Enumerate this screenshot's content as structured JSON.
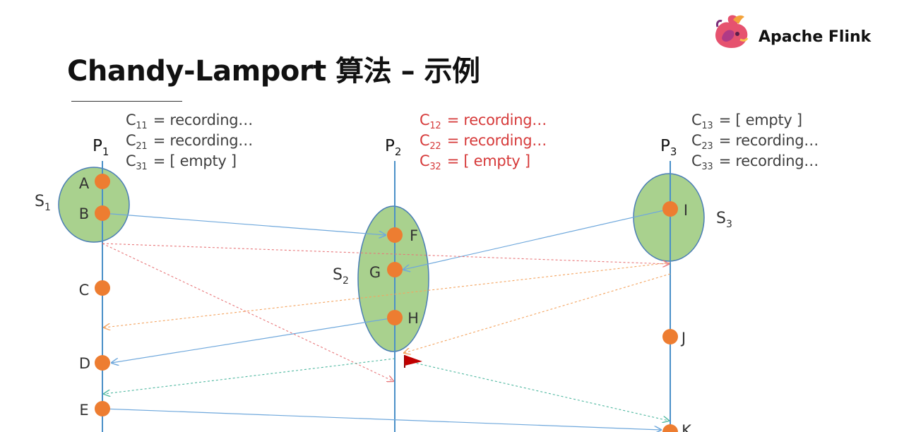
{
  "title": "Chandy-Lamport 算法 – 示例",
  "brand": {
    "name": "Apache Flink",
    "logo_icon": "flink-squirrel-logo-icon"
  },
  "processes": [
    {
      "id": "p1",
      "label": "P",
      "sub": "1"
    },
    {
      "id": "p2",
      "label": "P",
      "sub": "2"
    },
    {
      "id": "p3",
      "label": "P",
      "sub": "3"
    }
  ],
  "states": [
    {
      "process": "p1",
      "color": "#404040",
      "lines": [
        {
          "name": "C",
          "sub": "11",
          "value": "= recording…"
        },
        {
          "name": "C",
          "sub": "21",
          "value": "= recording…"
        },
        {
          "name": "C",
          "sub": "31",
          "value": "= [ empty ]"
        }
      ]
    },
    {
      "process": "p2",
      "color": "#d63a3a",
      "lines": [
        {
          "name": "C",
          "sub": "12",
          "value": "= recording…"
        },
        {
          "name": "C",
          "sub": "22",
          "value": "= recording…"
        },
        {
          "name": "C",
          "sub": "32",
          "value": "= [ empty ]"
        }
      ]
    },
    {
      "process": "p3",
      "color": "#404040",
      "lines": [
        {
          "name": "C",
          "sub": "13",
          "value": "= [ empty ]"
        },
        {
          "name": "C",
          "sub": "23",
          "value": "= recording…"
        },
        {
          "name": "C",
          "sub": "33",
          "value": "= recording…"
        }
      ]
    }
  ],
  "snapshots": [
    {
      "id": "s1",
      "label": "S",
      "sub": "1"
    },
    {
      "id": "s2",
      "label": "S",
      "sub": "2"
    },
    {
      "id": "s3",
      "label": "S",
      "sub": "3"
    }
  ],
  "events": [
    "A",
    "B",
    "C",
    "D",
    "E",
    "F",
    "G",
    "H",
    "I",
    "J",
    "K"
  ],
  "colors": {
    "timeline": "#4a90c8",
    "event": "#ed7d31",
    "snapshot_fill": "#a9d18e",
    "snapshot_stroke": "#4a7db5",
    "message": "#6fa8dc",
    "marker_p1": "#e8777a",
    "marker_p2": "#4fb8a0",
    "marker_p3": "#f4a460",
    "flag": "#c00000"
  }
}
